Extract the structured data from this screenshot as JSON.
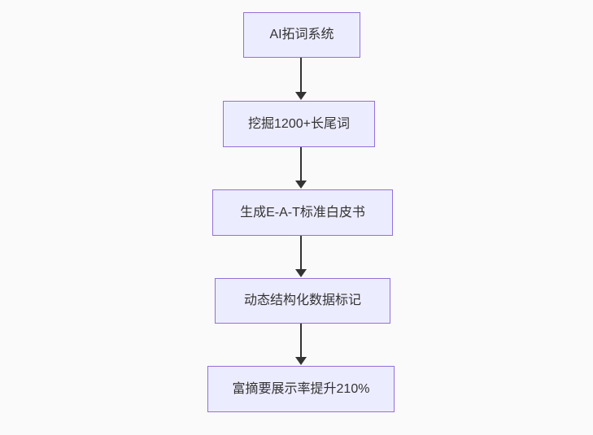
{
  "diagram": {
    "type": "flowchart",
    "direction": "top-down",
    "nodes": [
      {
        "id": "A",
        "label": "AI拓词系统"
      },
      {
        "id": "B",
        "label": "挖掘1200+长尾词"
      },
      {
        "id": "C",
        "label": "生成E-A-T标准白皮书"
      },
      {
        "id": "D",
        "label": "动态结构化数据标记"
      },
      {
        "id": "E",
        "label": "富摘要展示率提升210%"
      }
    ],
    "edges": [
      {
        "from": "A",
        "to": "B",
        "style": "arrow-down"
      },
      {
        "from": "B",
        "to": "C",
        "style": "arrow-down"
      },
      {
        "from": "C",
        "to": "D",
        "style": "arrow-down"
      },
      {
        "from": "D",
        "to": "E",
        "style": "arrow-down"
      }
    ],
    "colors": {
      "background": "#fafafa",
      "node_fill": "#ECECFF",
      "node_border": "#9370DB",
      "edge": "#333333",
      "text": "#333333"
    }
  }
}
